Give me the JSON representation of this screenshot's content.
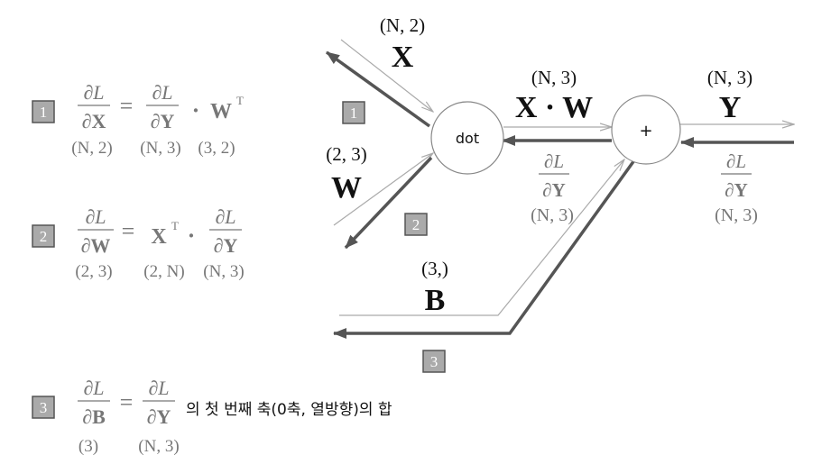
{
  "graph": {
    "nodes": {
      "dot": "dot",
      "plus": "+"
    },
    "x_label": "X",
    "x_shape": "(N, 2)",
    "w_label": "W",
    "w_shape": "(2, 3)",
    "b_label": "B",
    "b_shape": "(3,)",
    "xw_label": "X · W",
    "xw_shape": "(N, 3)",
    "y_label": "Y",
    "y_shape": "(N, 3)",
    "grad_y_mid": {
      "num": "∂L",
      "den": "∂Y",
      "shape": "(N, 3)"
    },
    "grad_y_right": {
      "num": "∂L",
      "den": "∂Y",
      "shape": "(N, 3)"
    },
    "badges": {
      "one": "1",
      "two": "2",
      "three": "3"
    }
  },
  "formulas": {
    "f1": {
      "badge": "1",
      "lhs_num": "∂L",
      "lhs_den": "∂X",
      "eq": "=",
      "rhs_num": "∂L",
      "rhs_den": "∂Y",
      "op": "·",
      "mat": "W",
      "sup": "T",
      "shapes": [
        "(N, 2)",
        "(N, 3)",
        "(3, 2)"
      ]
    },
    "f2": {
      "badge": "2",
      "lhs_num": "∂L",
      "lhs_den": "∂W",
      "eq": "=",
      "mat": "X",
      "sup": "T",
      "op": "·",
      "rhs_num": "∂L",
      "rhs_den": "∂Y",
      "shapes": [
        "(2, 3)",
        "(2, N)",
        "(N, 3)"
      ]
    },
    "f3": {
      "badge": "3",
      "lhs_num": "∂L",
      "lhs_den": "∂B",
      "eq": "=",
      "rhs_num": "∂L",
      "rhs_den": "∂Y",
      "note": "의 첫 번째 축(0축, 열방향)의 합",
      "shapes": [
        "(3)",
        "(N, 3)"
      ]
    }
  },
  "colors": {
    "forward_line": "#aaaaaa",
    "backward_line": "#555555",
    "badge_fill": "#aaaaaa",
    "gray_text": "#777777"
  }
}
